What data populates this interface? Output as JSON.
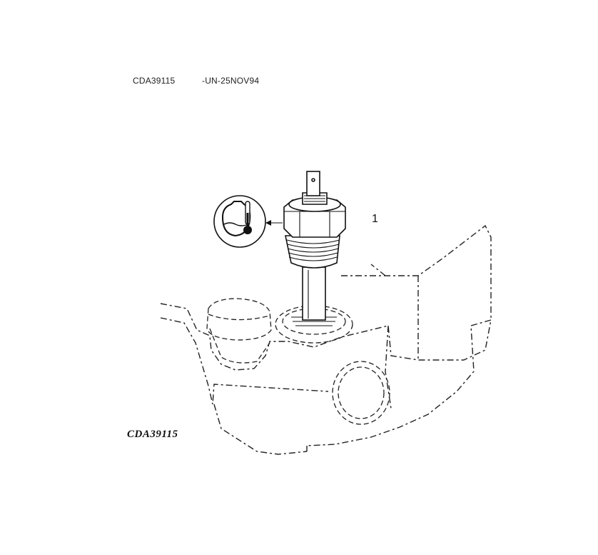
{
  "header": {
    "code": "CDA39115",
    "date": "-UN-25NOV94"
  },
  "figure": {
    "code": "CDA39115",
    "callout": "1"
  },
  "icons": {
    "symbol": "coolant-temperature-icon",
    "component": "temperature-sensor"
  }
}
